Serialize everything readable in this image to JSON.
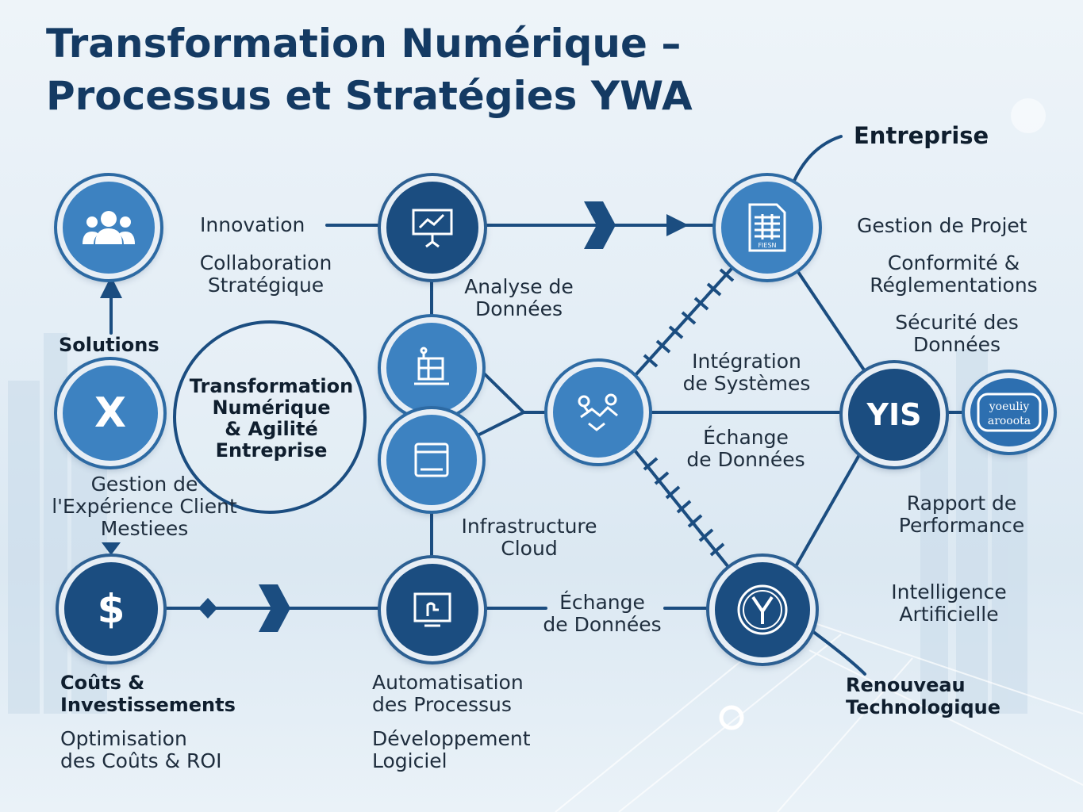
{
  "title": {
    "line1": "Transformation Numérique –",
    "line2": "Processus et Stratégies YWA"
  },
  "center": {
    "lines": [
      "Transformation",
      "Numérique",
      "& Agilité",
      "Entreprise"
    ]
  },
  "labels": {
    "entreprise": "Entreprise",
    "innovation": "Innovation",
    "collab": [
      "Collaboration",
      "Stratégique"
    ],
    "solutions": "Solutions",
    "gestion_client": [
      "Gestion de",
      "l'Expérience Client",
      "Mestiees"
    ],
    "analyse": [
      "Analyse de",
      "Données"
    ],
    "infra": [
      "Infrastructure",
      "Cloud"
    ],
    "integration": [
      "Intégration",
      "de Systèmes"
    ],
    "echange_mid": [
      "Échange",
      "de Données"
    ],
    "echange_bottom": [
      "Échange",
      "de Données"
    ],
    "gestion_projet": "Gestion de Projet",
    "conformite": [
      "Conformité &",
      "Réglementations"
    ],
    "securite": [
      "Sécurité des",
      "Données"
    ],
    "rapport": [
      "Rapport de",
      "Performance"
    ],
    "ia": [
      "Intelligence",
      "Artificielle"
    ],
    "renouveau": [
      "Renouveau",
      "Technologique"
    ],
    "couts": [
      "Coûts &",
      "Investissements"
    ],
    "optimisation": [
      "Optimisation",
      "des Coûts & ROI"
    ],
    "automatisation": [
      "Automatisation",
      "des Processus"
    ],
    "dev": [
      "Développement",
      "Logiciel"
    ]
  },
  "nodes": {
    "x_symbol": "X",
    "dollar_symbol": "$",
    "yis": "YIS",
    "badge": [
      "yoeuliy",
      "arooota"
    ],
    "doc_caption": "FIESN"
  },
  "colors": {
    "dark_blue": "#1b4d80",
    "mid_blue": "#3d82c1",
    "title": "#143a63"
  }
}
